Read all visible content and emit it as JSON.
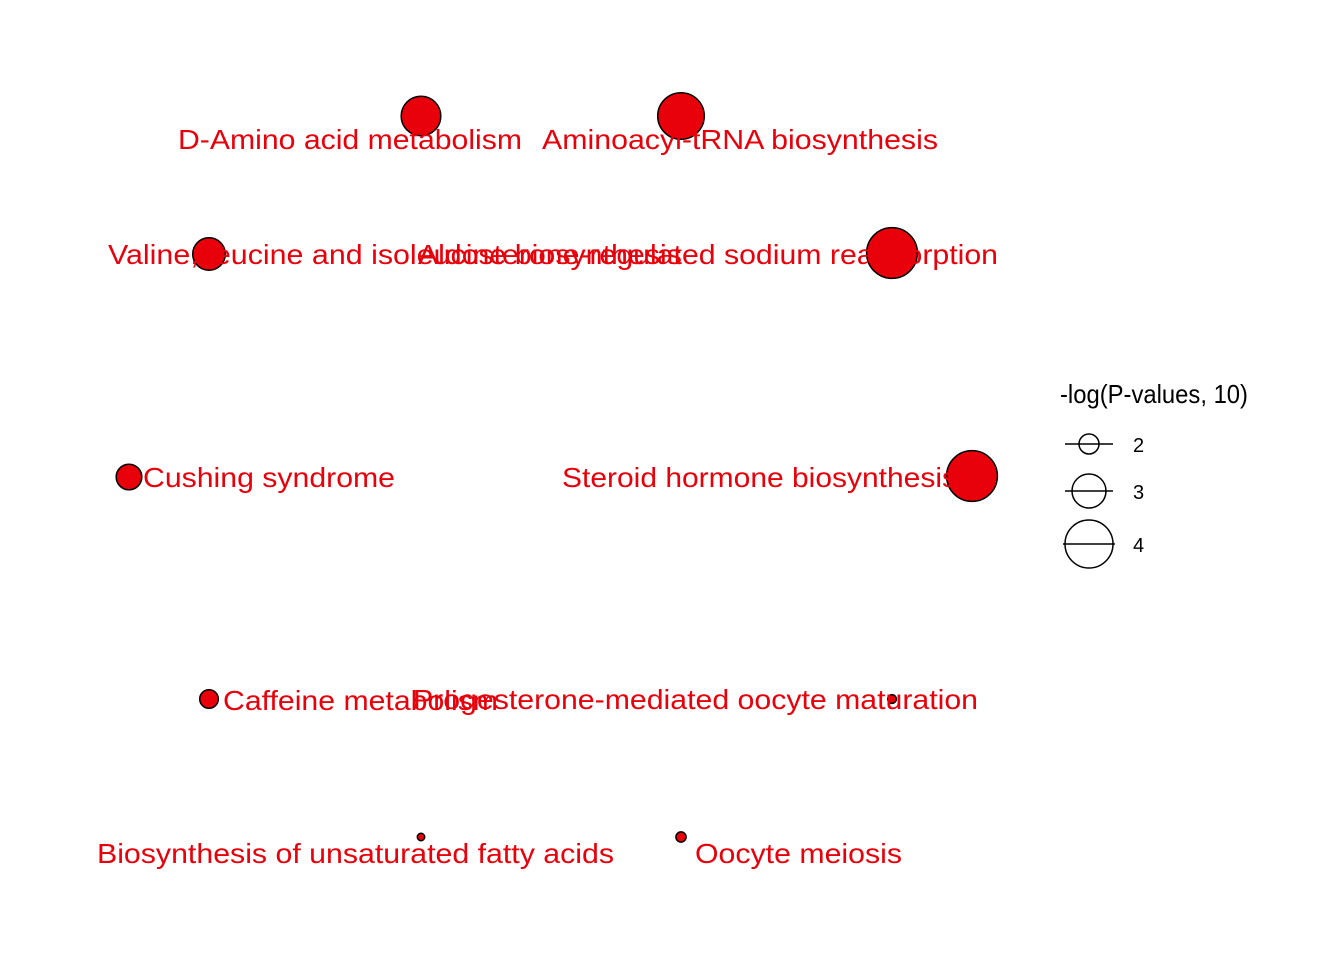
{
  "chart_data": {
    "type": "scatter",
    "title": "",
    "grid": false,
    "axes_visible": false,
    "point_color": "#e8000b",
    "label_color": "#e8000b",
    "outline_color": "#000000",
    "size_legend": {
      "title": "-log(P-values, 10)",
      "placement": "right",
      "entries": [
        {
          "label": "2",
          "value": 2
        },
        {
          "label": "3",
          "value": 3
        },
        {
          "label": "4",
          "value": 4
        }
      ]
    },
    "points": [
      {
        "label": "D-Amino acid metabolism",
        "neglog10p": 3.4
      },
      {
        "label": "Aminoacyl-tRNA biosynthesis",
        "neglog10p": 3.9
      },
      {
        "label": "Valine, leucine and isoleucine biosynthesis",
        "neglog10p": 2.9
      },
      {
        "label": "Aldosterone-regulated sodium reabsorption",
        "neglog10p": 4.2
      },
      {
        "label": "Cushing syndrome",
        "neglog10p": 2.4
      },
      {
        "label": "Steroid hormone biosynthesis",
        "neglog10p": 4.2
      },
      {
        "label": "Caffeine metabolism",
        "neglog10p": 1.9
      },
      {
        "label": "Progesterone-mediated oocyte maturation",
        "neglog10p": 1.2
      },
      {
        "label": "Biosynthesis of unsaturated fatty acids",
        "neglog10p": 1.1
      },
      {
        "label": "Oocyte meiosis",
        "neglog10p": 1.3
      }
    ]
  }
}
